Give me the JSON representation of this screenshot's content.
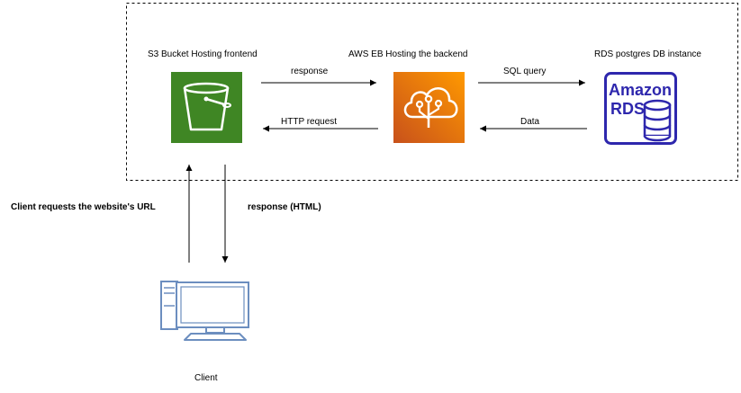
{
  "nodes": {
    "s3": {
      "label": "S3 Bucket Hosting frontend",
      "icon": "s3-bucket-icon",
      "color": "#3F8624"
    },
    "eb": {
      "label": "AWS EB Hosting the backend",
      "icon": "elastic-beanstalk-icon",
      "color": "#E7711B"
    },
    "rds": {
      "label": "RDS postgres DB instance",
      "icon": "amazon-rds-icon",
      "color": "#2E27AD",
      "logo_text": [
        "Amazon",
        "RDS"
      ]
    },
    "client": {
      "label": "Client",
      "icon": "desktop-computer-icon",
      "color": "#6C8EBF"
    }
  },
  "edges": {
    "s3_to_eb": "response",
    "eb_to_s3": "HTTP request",
    "eb_to_rds": "SQL query",
    "rds_to_eb": "Data",
    "client_to_s3": "Client requests the website's URL",
    "s3_to_client": "response (HTML)"
  }
}
